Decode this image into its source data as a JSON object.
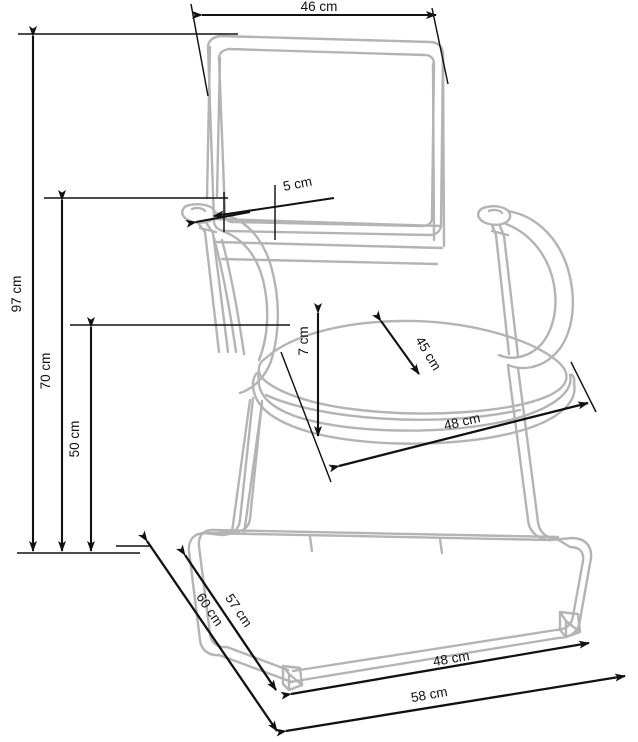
{
  "drawing": {
    "type": "technical-dimension-drawing",
    "subject": "office-chair-cantilever-armchair",
    "unit": "cm",
    "line_color_object": "#b4b4b4",
    "line_color_dimension": "#111111",
    "background": "#ffffff"
  },
  "dimensions": {
    "backrest_width": {
      "label": "46 cm",
      "value": 46,
      "orientation": "horizontal-top",
      "describes": "backrest width"
    },
    "backrest_gap": {
      "label": "5 cm",
      "value": 5,
      "orientation": "diagonal-leader",
      "describes": "backrest lumbar offset"
    },
    "total_height": {
      "label": "97 cm",
      "value": 97,
      "orientation": "vertical-left",
      "describes": "overall chair height"
    },
    "armrest_height": {
      "label": "70 cm",
      "value": 70,
      "orientation": "vertical-left",
      "describes": "height to armrest"
    },
    "seat_height": {
      "label": "50 cm",
      "value": 50,
      "orientation": "vertical-left",
      "describes": "seat height from floor"
    },
    "seat_thickness": {
      "label": "7 cm",
      "value": 7,
      "orientation": "vertical-center",
      "describes": "seat cushion thickness"
    },
    "seat_depth": {
      "label": "45 cm",
      "value": 45,
      "orientation": "diagonal",
      "describes": "seat depth"
    },
    "seat_width": {
      "label": "48 cm",
      "value": 48,
      "orientation": "diagonal",
      "describes": "seat width"
    },
    "base_depth_outer": {
      "label": "60 cm",
      "value": 60,
      "orientation": "diagonal-bottom-left",
      "describes": "overall base depth"
    },
    "base_depth_inner": {
      "label": "57 cm",
      "value": 57,
      "orientation": "diagonal-bottom-left",
      "describes": "base frame depth"
    },
    "base_width_inner": {
      "label": "48 cm",
      "value": 48,
      "orientation": "diagonal-bottom-right",
      "describes": "base frame width"
    },
    "base_width_outer": {
      "label": "58 cm",
      "value": 58,
      "orientation": "diagonal-bottom-right",
      "describes": "overall base width"
    }
  }
}
